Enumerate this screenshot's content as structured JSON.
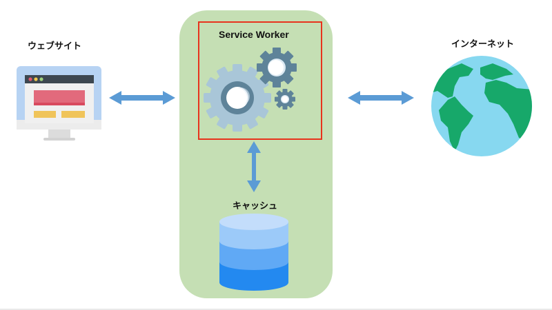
{
  "diagram": {
    "nodes": {
      "website": {
        "label": "ウェブサイト",
        "icon": "monitor-icon"
      },
      "service_worker": {
        "label": "Service Worker",
        "icon": "gears-icon"
      },
      "internet": {
        "label": "インターネット",
        "icon": "globe-icon"
      },
      "cache": {
        "label": "キャッシュ",
        "icon": "database-icon"
      }
    },
    "edges": [
      {
        "from": "website",
        "to": "service_worker",
        "direction": "bidirectional"
      },
      {
        "from": "service_worker",
        "to": "internet",
        "direction": "bidirectional"
      },
      {
        "from": "service_worker",
        "to": "cache",
        "direction": "bidirectional"
      }
    ],
    "colors": {
      "panel": "#c5dfb4",
      "highlight_border": "#e8321c",
      "arrow": "#5b9bd5",
      "globe_ocean": "#87d8f0",
      "globe_land": "#17a86a"
    }
  }
}
